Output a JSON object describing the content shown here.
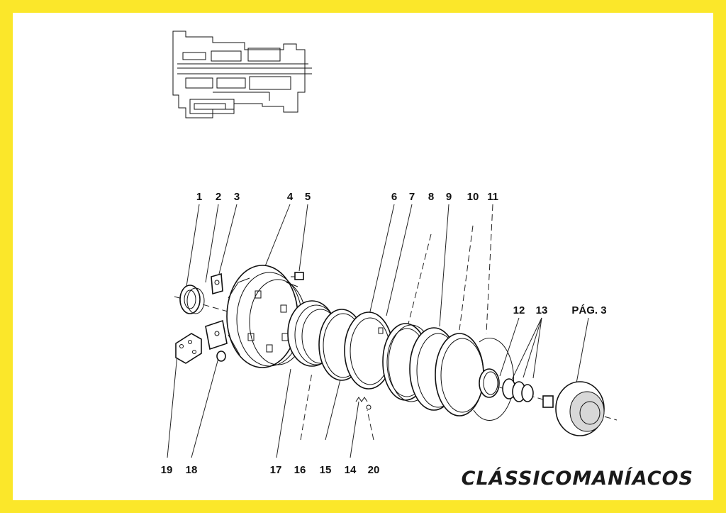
{
  "diagram": {
    "callouts": [
      "1",
      "2",
      "3",
      "4",
      "5",
      "6",
      "7",
      "8",
      "9",
      "10",
      "11",
      "12",
      "13",
      "PÁG. 3",
      "19",
      "18",
      "17",
      "16",
      "15",
      "14",
      "20"
    ],
    "brand": "CLÁSSICOMANÍACOS"
  },
  "colors": {
    "frame": "#fbe72a",
    "sheet": "#ffffff",
    "ink": "#111111"
  }
}
